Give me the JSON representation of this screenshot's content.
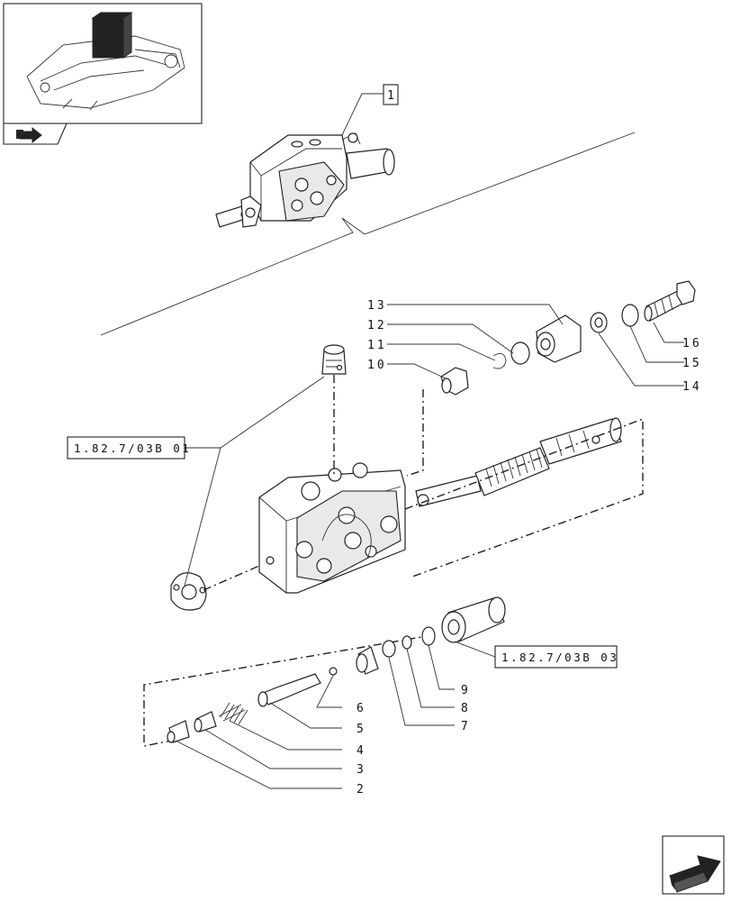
{
  "assembly_callout": "1",
  "reference_labels": {
    "upper": "1.82.7/03B 01",
    "lower": "1.82.7/03B 03"
  },
  "part_numbers": {
    "p2": "2",
    "p3": "3",
    "p4": "4",
    "p5": "5",
    "p6": "6",
    "p7": "7",
    "p8": "8",
    "p9": "9",
    "p10": "10",
    "p11": "11",
    "p12": "12",
    "p13": "13",
    "p14": "14",
    "p15": "15",
    "p16": "16"
  },
  "icons": {
    "thumbnail": "tractor-rear-hitch-thumbnail",
    "nav_prev": "previous-page-arrow-icon",
    "nav_next": "next-page-arrow-icon"
  }
}
